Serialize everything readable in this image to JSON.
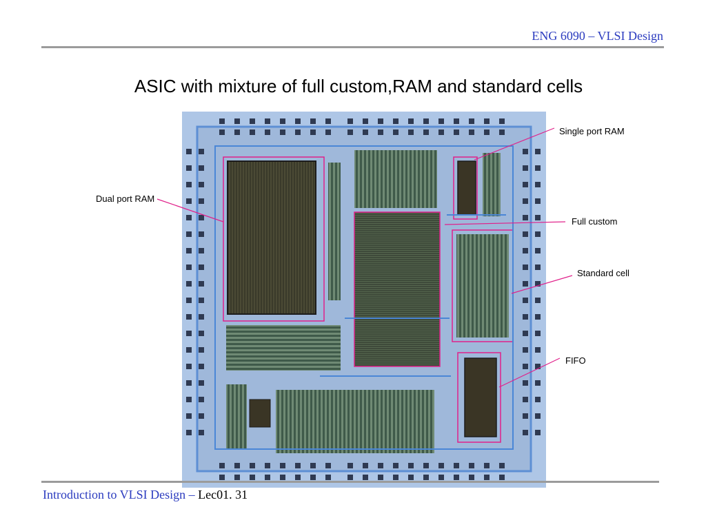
{
  "header": {
    "course": "ENG 6090 – VLSI Design"
  },
  "slide": {
    "title": "ASIC with mixture of full custom,RAM and standard cells"
  },
  "labels": {
    "single_port_ram": "Single port RAM",
    "dual_port_ram": "Dual port RAM",
    "full_custom": "Full custom",
    "standard_cell": "Standard cell",
    "fifo": "FIFO"
  },
  "footer": {
    "course": "Introduction to VLSI Design",
    "separator": "–",
    "lecture": "Lec01. 31"
  },
  "colors": {
    "accent_text": "#2b3bbf",
    "highlight": "#e0208a",
    "chip_background": "#aec6e6",
    "rule": "#9b9b9b"
  }
}
